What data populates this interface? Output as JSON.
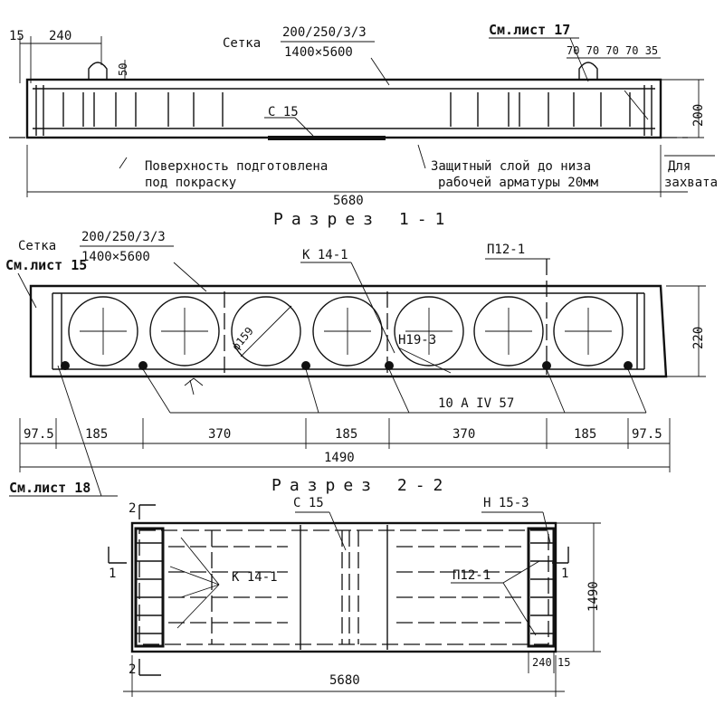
{
  "elevation": {
    "dim_15": "15",
    "dim_240": "240",
    "dim_50": "50",
    "mesh_label": "Сетка",
    "mesh_spec_top": "200/250/3/3",
    "mesh_spec_bottom": "1400×5600",
    "see_sheet_17": "См.лист 17",
    "dim_spacing": "70 70 70 70 35",
    "dim_200": "200",
    "c15_label": "С 15",
    "note_surface_line1": "Поверхность подготовлена",
    "note_surface_line2": "под покраску",
    "note_cover_line1": "Защитный слой до низа",
    "note_cover_line2": "рабочей арматуры 20мм",
    "note_grip_line1": "Для",
    "note_grip_line2": "захвата",
    "dim_5680": "5680"
  },
  "section_1": {
    "title": "Разрез 1-1",
    "mesh_label": "Сетка",
    "mesh_spec_top": "200/250/3/3",
    "mesh_spec_bottom": "1400×5600",
    "see_sheet_15": "См.лист 15",
    "k14_label": "К 14-1",
    "p12_label": "П12-1",
    "dia_label": "ф159",
    "n19_label": "Н19-3",
    "rebar_label": "10 A IV 57",
    "dim_220": "220",
    "dims": [
      "97.5",
      "185",
      "370",
      "185",
      "370",
      "185",
      "97.5"
    ],
    "dim_1490": "1490",
    "see_sheet_18": "См.лист 18"
  },
  "section_2": {
    "title": "Разрез 2-2",
    "cut_2_top": "2",
    "cut_2_bottom": "2",
    "cut_1_left": "1",
    "cut_1_right": "1",
    "c15_label": "С 15",
    "n15_label": "Н 15-3",
    "k14_label": "К 14-1",
    "p12_label": "П12-1",
    "dim_1490": "1490",
    "dim_240": "240",
    "dim_15": "15",
    "dim_5680": "5680"
  }
}
